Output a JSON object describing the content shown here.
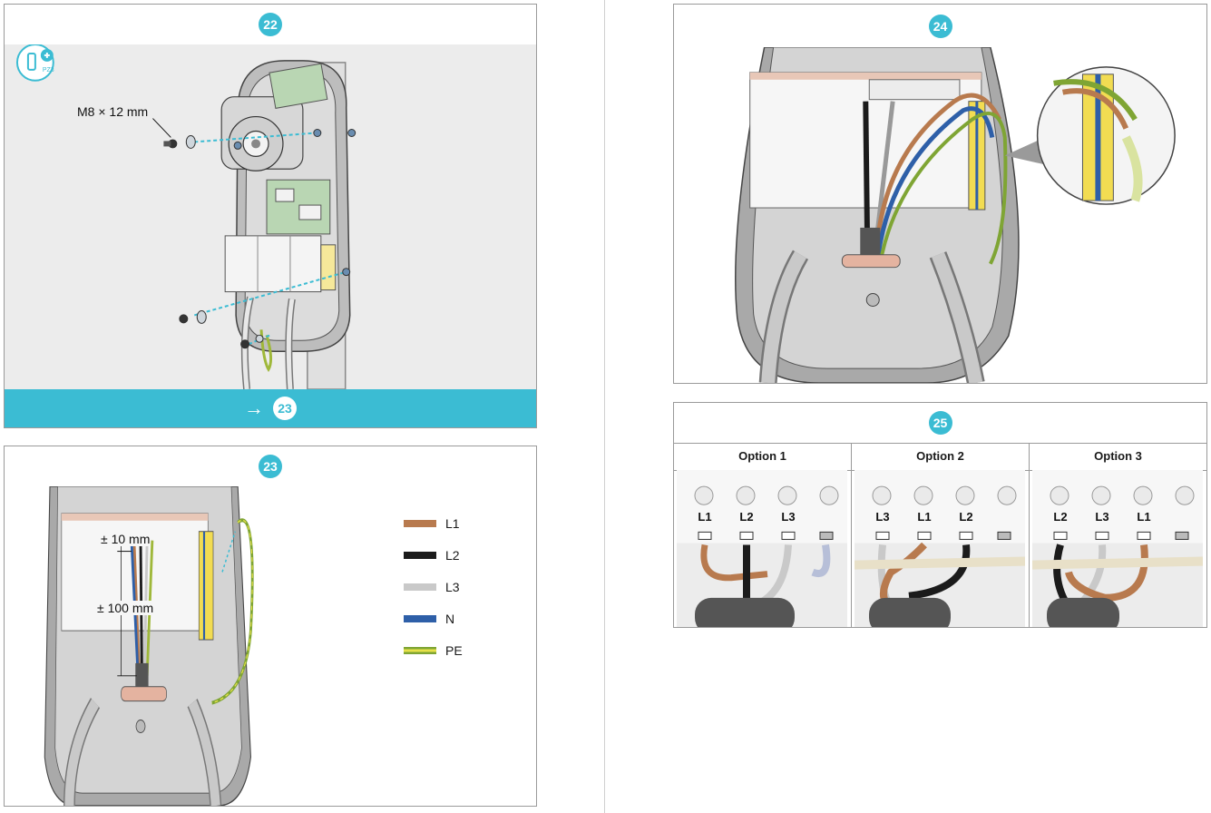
{
  "colors": {
    "accent": "#3bbcd3",
    "l1": "#b87a4e",
    "l2": "#1b1b1b",
    "l3": "#c9c9c9",
    "n": "#2e5fa8",
    "pe_green": "#7fa534",
    "pe_yellow": "#e7e14a"
  },
  "step22": {
    "number": "22",
    "tool_label": "PZ3",
    "screw_label": "M8 × 12 mm",
    "next_step": "23",
    "arrow_icon": "arrow-right-icon"
  },
  "step23": {
    "number": "23",
    "dim_short": "± 10 mm",
    "dim_long": "± 100 mm",
    "legend": [
      {
        "label": "L1",
        "color": "#b87a4e"
      },
      {
        "label": "L2",
        "color": "#1b1b1b"
      },
      {
        "label": "L3",
        "color": "#c9c9c9"
      },
      {
        "label": "N",
        "color": "#2e5fa8"
      },
      {
        "label": "PE",
        "color": "pe-stripe"
      }
    ]
  },
  "step24": {
    "number": "24"
  },
  "step25": {
    "number": "25",
    "options": [
      {
        "title": "Option 1",
        "terminals": [
          "L1",
          "L2",
          "L3"
        ]
      },
      {
        "title": "Option 2",
        "terminals": [
          "L3",
          "L1",
          "L2"
        ]
      },
      {
        "title": "Option 3",
        "terminals": [
          "L2",
          "L3",
          "L1"
        ]
      }
    ]
  }
}
